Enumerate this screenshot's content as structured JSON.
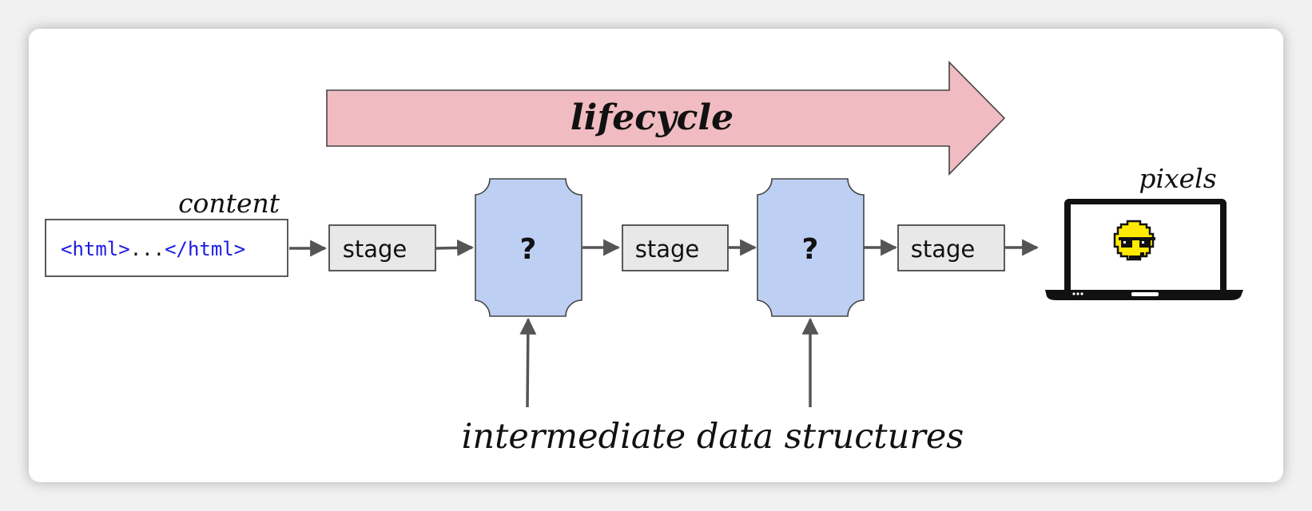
{
  "lifecycle": {
    "label": "lifecycle"
  },
  "content": {
    "label": "content",
    "code_open": "<html>",
    "code_dots": "...",
    "code_close": "</html>"
  },
  "stages": [
    {
      "label": "stage"
    },
    {
      "label": "stage"
    },
    {
      "label": "stage"
    }
  ],
  "structures": [
    {
      "label": "?"
    },
    {
      "label": "?"
    }
  ],
  "intermediate_label": "intermediate data structures",
  "pixels": {
    "label": "pixels",
    "icon": "laptop-icon",
    "face_icon": "sunglasses-smiley-icon"
  },
  "colors": {
    "lifecycle_fill": "#f0bcc1",
    "structure_fill": "#bdd0f3",
    "stage_fill": "#e8e8e8",
    "code_color": "#1a1ae6",
    "arrow_color": "#555555",
    "smiley_yellow": "#ffea00"
  }
}
